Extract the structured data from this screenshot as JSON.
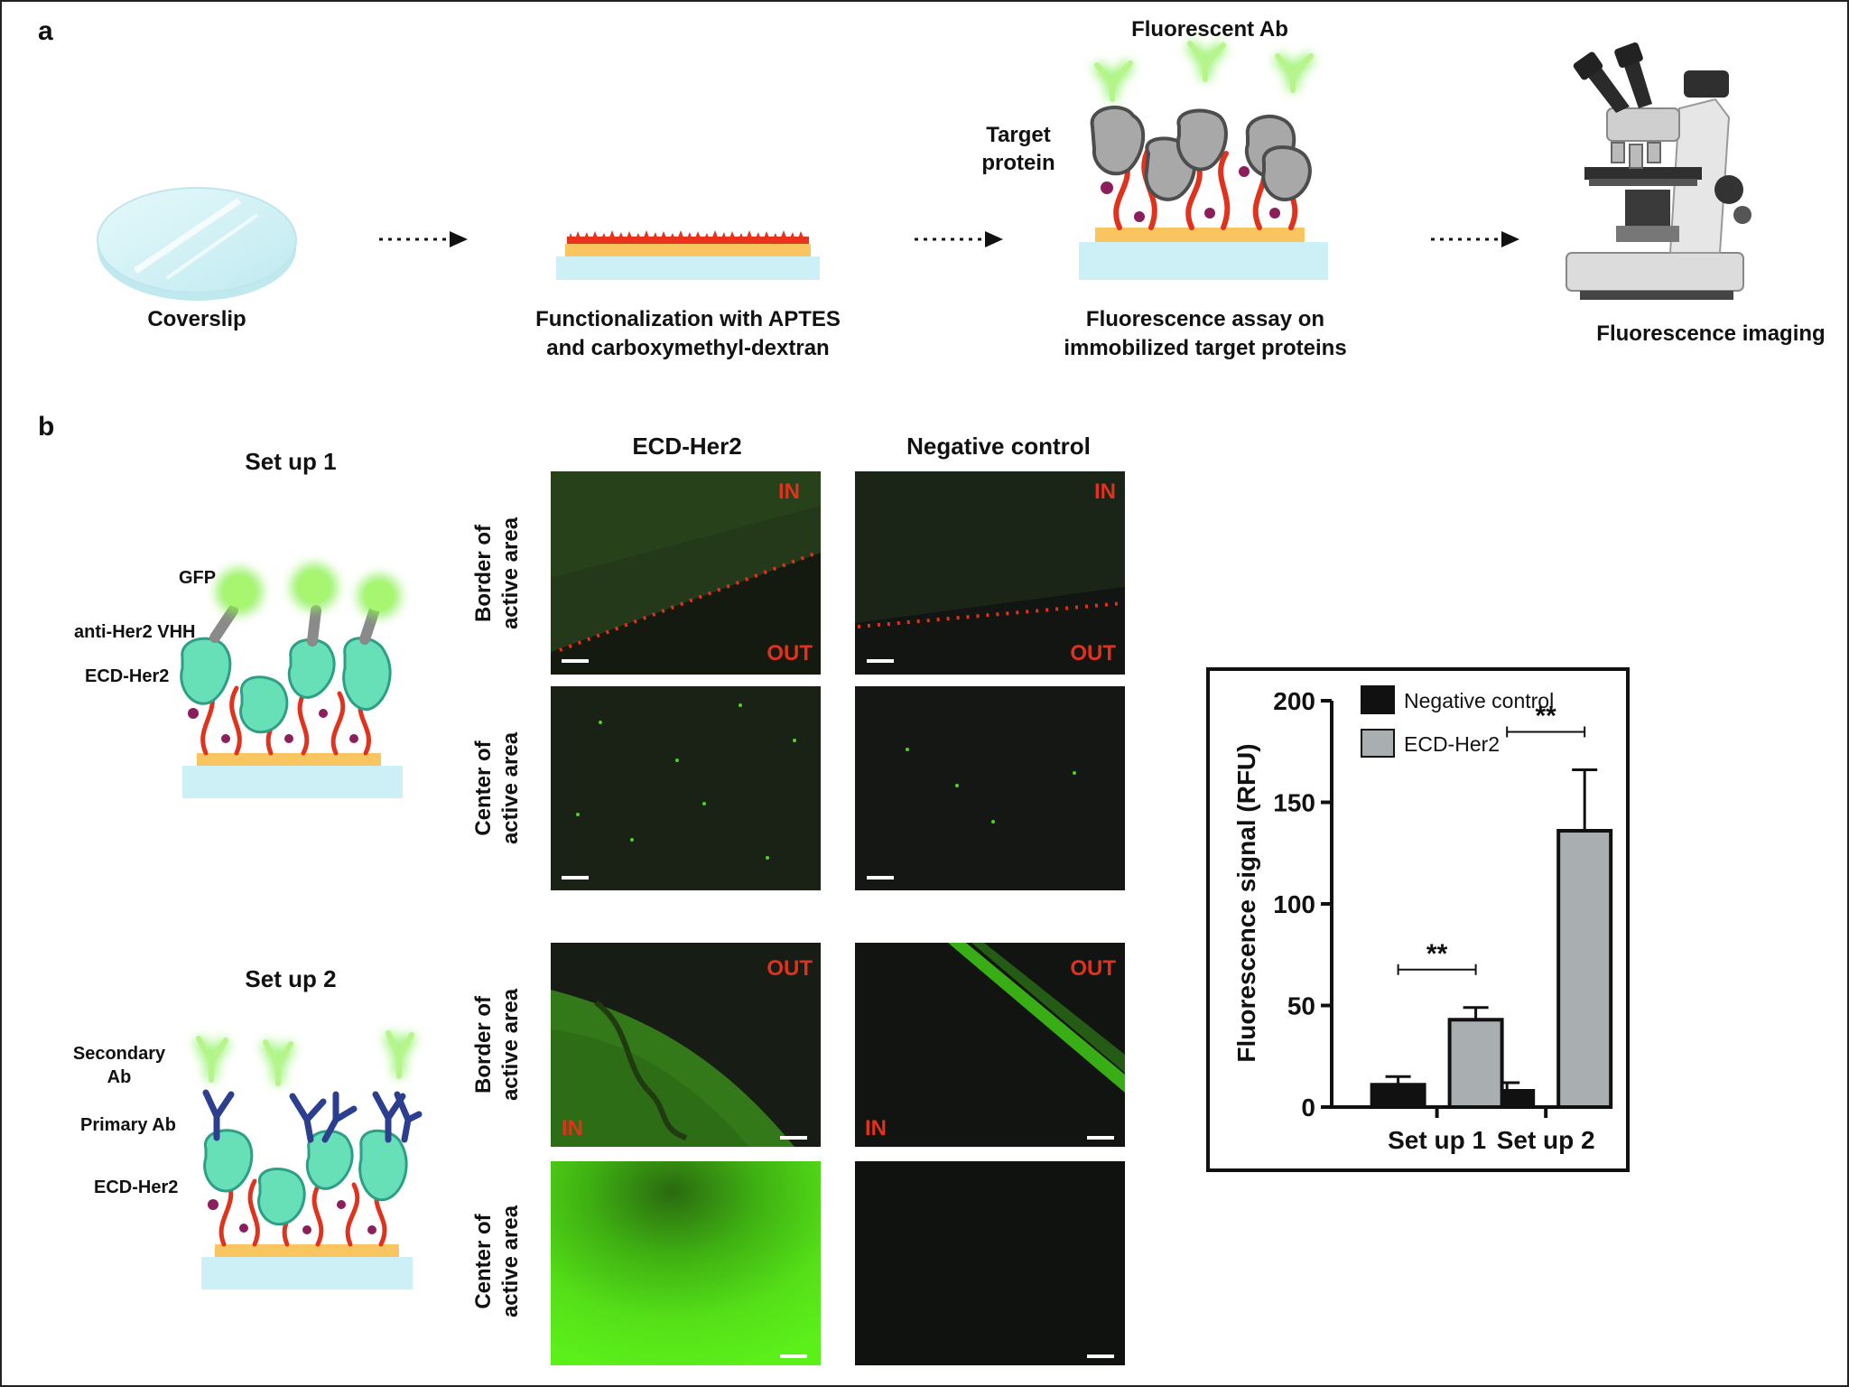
{
  "panel_a": {
    "letter": "a",
    "step1_label": "Coverslip",
    "step2_label_line1": "Functionalization with APTES",
    "step2_label_line2": "and carboxymethyl-dextran",
    "step3_label_line1": "Fluorescence assay on",
    "step3_label_line2": "immobilized target proteins",
    "step4_label": "Fluorescence imaging",
    "fluorescent_ab_label": "Fluorescent Ab",
    "target_protein_line1": "Target",
    "target_protein_line2": "protein"
  },
  "panel_b": {
    "letter": "b",
    "setup1": {
      "title": "Set up 1",
      "gfp": "GFP",
      "vhh": "anti-Her2 VHH",
      "ecd": "ECD-Her2"
    },
    "setup2": {
      "title": "Set up 2",
      "secondary_line1": "Secondary",
      "secondary_line2": "Ab",
      "primary": "Primary Ab",
      "ecd": "ECD-Her2"
    },
    "col_headers": [
      "ECD-Her2",
      "Negative control"
    ],
    "row_label_border_line1": "Border of",
    "row_label_border_line2": "active area",
    "row_label_center_line1": "Center of",
    "row_label_center_line2": "active area",
    "tag_in": "IN",
    "tag_out": "OUT"
  },
  "colors": {
    "fluor_green": "#3ee01a",
    "in_out_red": "#e0321c",
    "ecd_teal": "#67e0b8",
    "dextran_red": "#e0321c",
    "glass_blue": "#cdeff6",
    "gold_layer": "#f8c560",
    "primary_ab_blue": "#2c3f8f",
    "gray_protein": "#a8a8a8"
  },
  "chart_data": {
    "type": "bar",
    "categories": [
      "Set up 1",
      "Set up 2"
    ],
    "series": [
      {
        "name": "Negative control",
        "values": [
          11,
          8
        ],
        "errors": [
          4,
          4
        ],
        "color": "#111111"
      },
      {
        "name": "ECD-Her2",
        "values": [
          43,
          136
        ],
        "errors": [
          6,
          30
        ],
        "color": "#a9afb1"
      }
    ],
    "ylabel": "Fluorescence signal (RFU)",
    "ylim": [
      0,
      200
    ],
    "yticks": [
      0,
      50,
      100,
      150,
      200
    ],
    "significance": [
      "**",
      "**"
    ],
    "legend": "top-left"
  }
}
